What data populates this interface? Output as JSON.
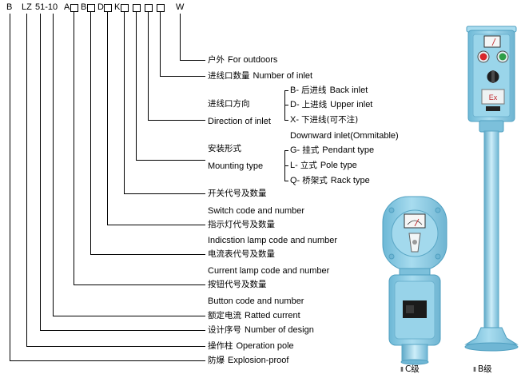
{
  "model_code": {
    "explosion_proof": "B",
    "operation_pole": "LZ",
    "design_current": "51-10",
    "button": "A",
    "ammeter": "B",
    "indicator": "D",
    "switch": "K",
    "outdoor": "W"
  },
  "labels": {
    "outdoor": {
      "zh": "户外",
      "en": "For outdoors"
    },
    "inlet_number": {
      "zh": "进线口数量",
      "en": "Number of inlet"
    },
    "inlet_direction": {
      "zh": "进线口方向",
      "en": "Direction of inlet",
      "options": [
        {
          "code": "B-",
          "zh": "后进线",
          "en": "Back inlet"
        },
        {
          "code": "D-",
          "zh": "上进线",
          "en": "Upper inlet"
        },
        {
          "code": "X-",
          "zh": "下进线(可不注)",
          "en": "Downward inlet(Ommitable)"
        }
      ]
    },
    "mounting": {
      "zh": "安装形式",
      "en": "Mounting type",
      "options": [
        {
          "code": "G-",
          "zh": "挂式",
          "en": "Pendant type"
        },
        {
          "code": "L-",
          "zh": "立式",
          "en": "Pole type"
        },
        {
          "code": "Q-",
          "zh": "桥架式",
          "en": "Rack type"
        }
      ]
    },
    "switch": {
      "zh": "开关代号及数量",
      "en": "Switch code and number"
    },
    "indicator": {
      "zh": "指示灯代号及数量",
      "en": "Indicstion lamp code and number"
    },
    "ammeter": {
      "zh": "电流表代号及数量",
      "en": "Current lamp code and number"
    },
    "button": {
      "zh": "按钮代号及数量",
      "en": "Button code and number"
    },
    "rated_current": {
      "zh": "额定电流",
      "en": "Ratted current"
    },
    "design_number": {
      "zh": "设计序号",
      "en": "Number of design"
    },
    "operation_pole": {
      "zh": "操作柱",
      "en": "Operation pole"
    },
    "explosion_proof": {
      "zh": "防爆",
      "en": "Explosion-proof"
    }
  },
  "products": [
    {
      "roman": "Ⅱ",
      "grade": "C级"
    },
    {
      "roman": "Ⅱ",
      "grade": "B级",
      "plate": "Ex"
    }
  ],
  "colors": {
    "housing": "#8ccde6",
    "housing_edge": "#4f9fc0",
    "text": "#000000",
    "line": "#000000",
    "button_red": "#d8262b",
    "button_green": "#2f9e48"
  }
}
